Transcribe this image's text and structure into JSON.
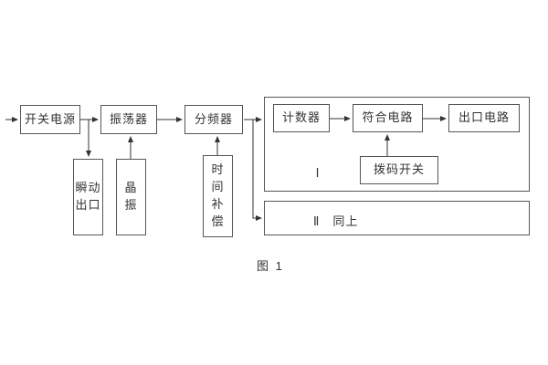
{
  "diagram": {
    "caption": "图 1",
    "blocks": {
      "power": "开关电源",
      "oscillator": "振荡器",
      "divider": "分频器",
      "counter": "计数器",
      "coincidence": "符合电路",
      "output_circuit": "出口电路",
      "dial_switch": "拨码开关",
      "instant_output": "瞬动\n出口",
      "crystal": "晶\n振",
      "time_compensation": "时\n间\n补\n偿",
      "group1_label": "Ⅰ",
      "group2_label": "Ⅱ　同上"
    },
    "colors": {
      "line": "#333333",
      "background": "#ffffff"
    }
  }
}
